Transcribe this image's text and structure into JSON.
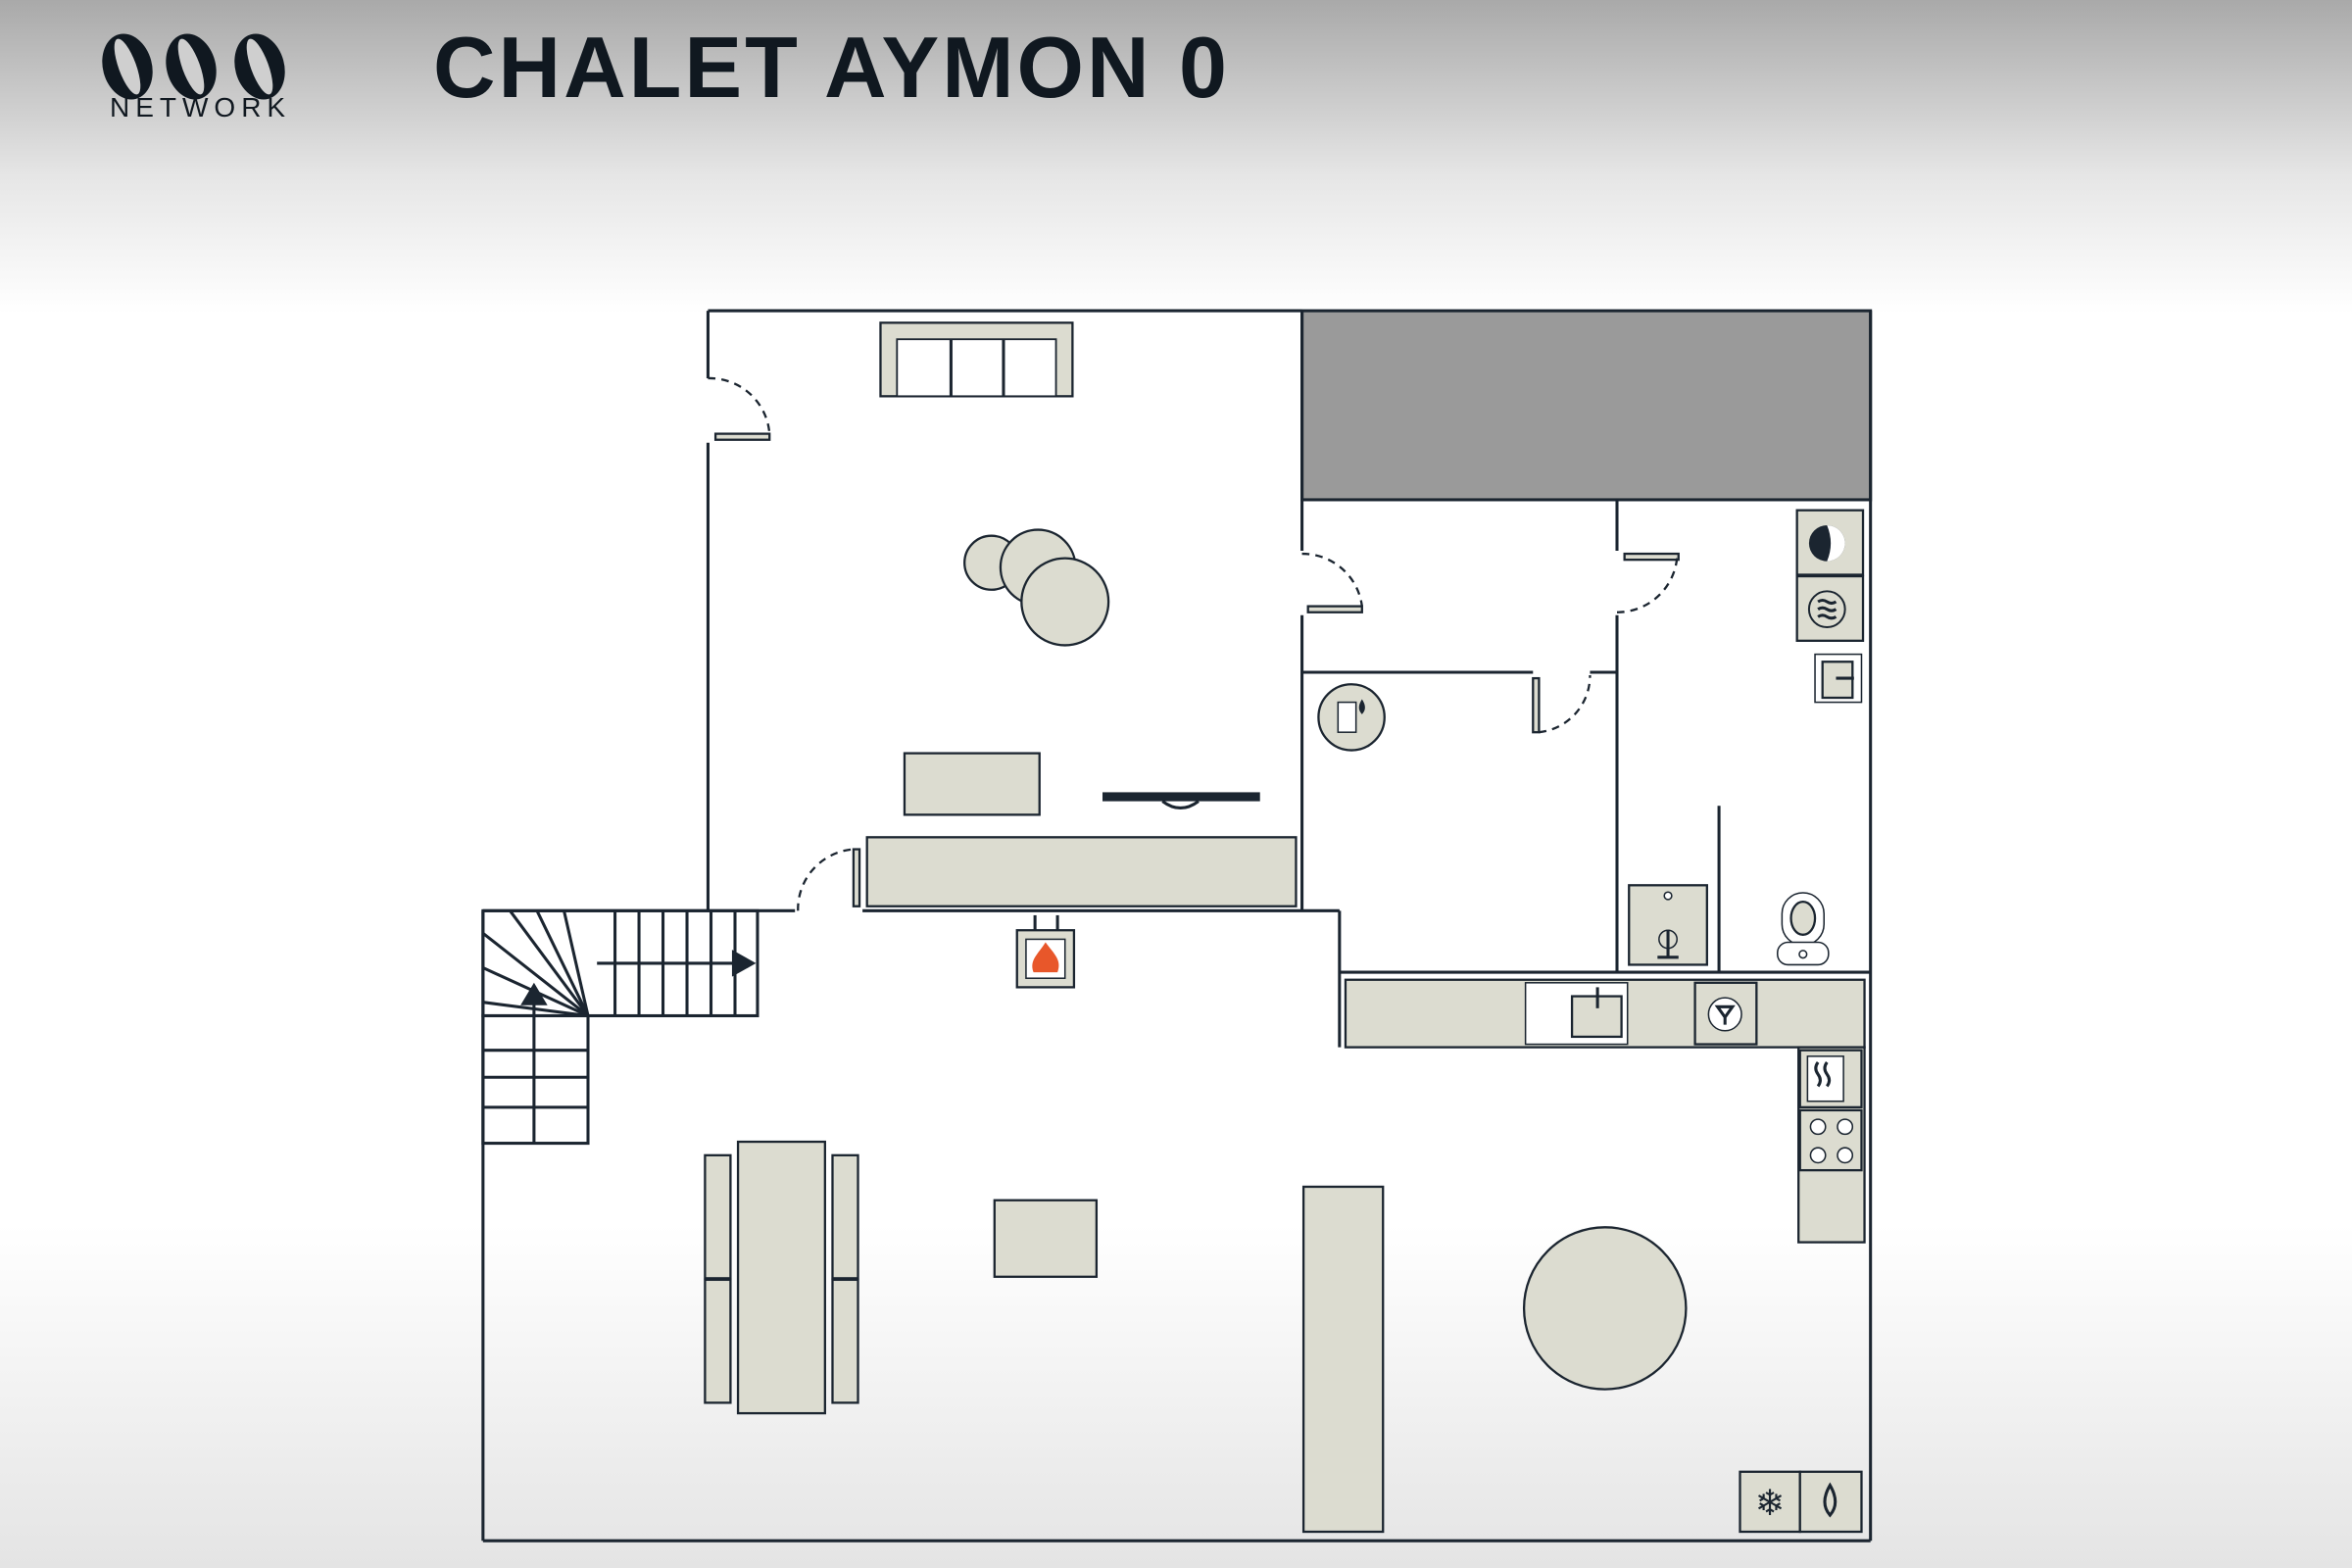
{
  "header": {
    "logo_text": "NETWORK",
    "logo_mark": "OVO",
    "title": "CHALET AYMON 0"
  },
  "icons": [
    "fireplace-icon",
    "boiler-icon",
    "dryer-icon",
    "washer-icon",
    "electric-panel-icon",
    "sink-icon",
    "dishwasher-icon",
    "oven-icon",
    "cooktop-icon",
    "freezer-icon",
    "fridge-icon",
    "toilet-icon",
    "washbasin-icon",
    "stairs-arrow-icon"
  ],
  "colors": {
    "wall": "#1b2530",
    "furniture": "#dcdcd0",
    "unavailable": "#9a9a9a",
    "fire": "#e8572a"
  }
}
